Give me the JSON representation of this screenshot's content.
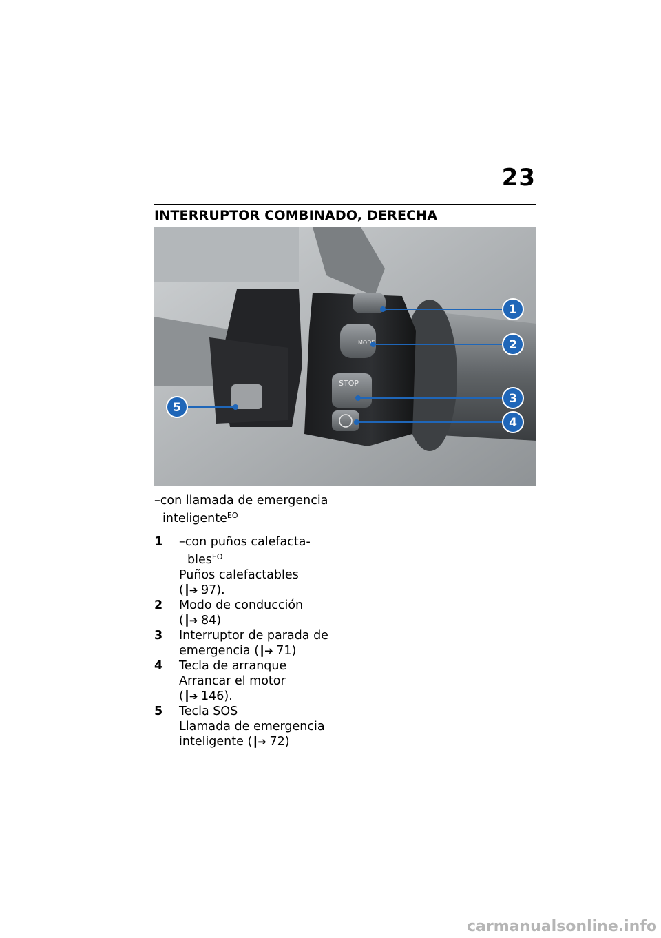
{
  "page_number": "23",
  "section_title": "INTERRUPTOR COMBINADO, DERECHA",
  "figure": {
    "callouts": [
      "1",
      "2",
      "3",
      "4",
      "5"
    ],
    "button_labels": {
      "mode": "MODE",
      "stop": "STOP"
    },
    "accent_color": "#1f66b8"
  },
  "note": {
    "line1": "–con llamada de emergencia",
    "line2": "inteligente",
    "sup": "EO"
  },
  "legend": [
    {
      "num": "1",
      "line1": "–con puños calefacta-",
      "line2": "bles",
      "sup": "EO",
      "line3": "Puños calefactables",
      "ref_prefix": "(",
      "ref_icon": "┃➔",
      "ref_suffix": " 97)."
    },
    {
      "num": "2",
      "line1": "Modo de conducción",
      "ref_prefix": "(",
      "ref_icon": "┃➔",
      "ref_suffix": " 84)"
    },
    {
      "num": "3",
      "line1": "Interruptor de parada de",
      "line2": "emergencia  (",
      "ref_icon": "┃➔",
      "ref_suffix": " 71)"
    },
    {
      "num": "4",
      "line1": "Tecla de arranque",
      "line2": "Arrancar el motor",
      "ref_prefix": "(",
      "ref_icon": "┃➔",
      "ref_suffix": " 146)."
    },
    {
      "num": "5",
      "line1": "Tecla SOS",
      "line2": "Llamada de emergencia",
      "line3": "inteligente  (",
      "ref_icon": "┃➔",
      "ref_suffix": " 72)"
    }
  ],
  "watermark": "carmanualsonline.info"
}
